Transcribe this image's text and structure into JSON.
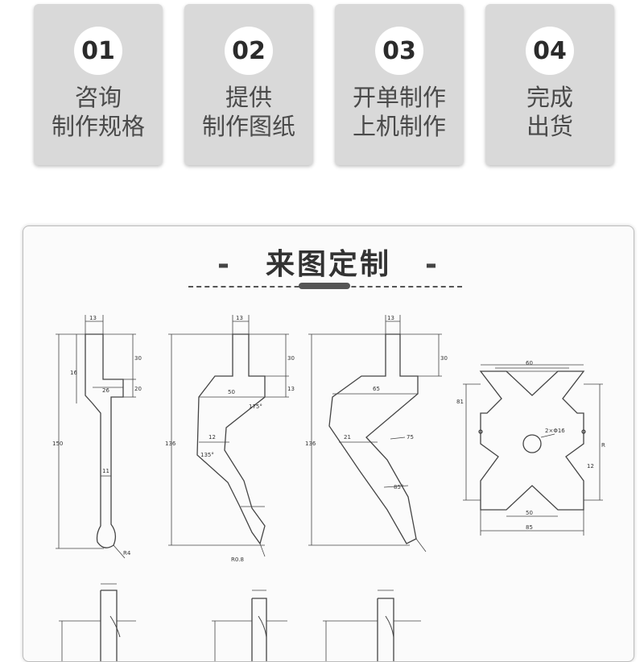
{
  "steps": [
    {
      "num": "01",
      "line1": "咨询",
      "line2": "制作规格"
    },
    {
      "num": "02",
      "line1": "提供",
      "line2": "制作图纸"
    },
    {
      "num": "03",
      "line1": "开单制作",
      "line2": "上机制作"
    },
    {
      "num": "04",
      "line1": "完成",
      "line2": "出货"
    }
  ],
  "section": {
    "dash_left": "-",
    "title": "来图定制",
    "dash_right": "-"
  },
  "drawings": {
    "d1": {
      "top": "13",
      "h1": "30",
      "h2": "26",
      "h3": "20",
      "h4": "16",
      "len": "150",
      "mid": "11",
      "tip": "R4"
    },
    "d2": {
      "top": "13",
      "h1": "30",
      "w": "50",
      "s": "13",
      "ang": "175°",
      "a2": "135°",
      "len": "136",
      "m": "12",
      "tip": "R0.8"
    },
    "d3": {
      "top": "13",
      "h1": "30",
      "w": "65",
      "a": "75",
      "ang": "85°",
      "len": "136",
      "m": "21"
    },
    "d4": {
      "top": "60",
      "side": "81",
      "mid": "R",
      "c": "2×Φ16",
      "r1": "12",
      "bot": "50",
      "tot": "85"
    }
  },
  "colors": {
    "card": "#d9d9d9",
    "line": "#444444"
  }
}
